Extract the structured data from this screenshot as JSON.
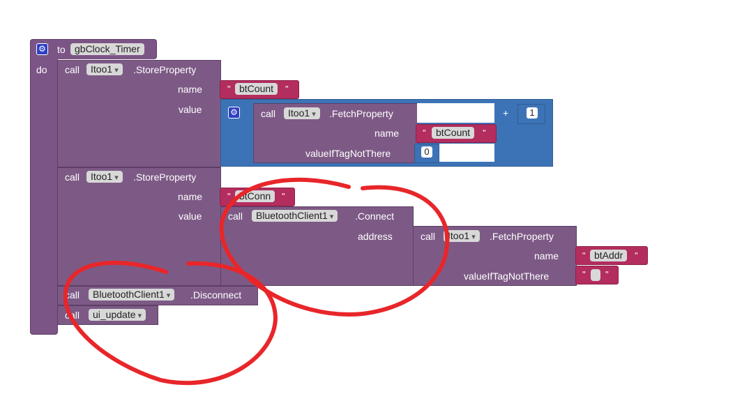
{
  "event": {
    "to_label": "to",
    "proc_name": "gbClock_Timer",
    "do_label": "do"
  },
  "call_label": "call",
  "store1": {
    "component": "Itoo1",
    "method": ".StoreProperty",
    "name_label": "name",
    "value_label": "value",
    "name_value": "btCount"
  },
  "math": {
    "operator": "+",
    "number": "1"
  },
  "fetch1": {
    "component": "Itoo1",
    "method": ".FetchProperty",
    "name_label": "name",
    "name_value": "btCount",
    "default_label": "valueIfTagNotThere",
    "default_value": "0"
  },
  "store2": {
    "component": "Itoo1",
    "method": ".StoreProperty",
    "name_label": "name",
    "value_label": "value",
    "name_value": "btConn"
  },
  "connect": {
    "component": "BluetoothClient1",
    "method": ".Connect",
    "address_label": "address"
  },
  "fetch2": {
    "component": "Itoo1",
    "method": ".FetchProperty",
    "name_label": "name",
    "name_value": "btAddr",
    "default_label": "valueIfTagNotThere"
  },
  "disconnect": {
    "component": "BluetoothClient1",
    "method": ".Disconnect"
  },
  "ui_update": {
    "proc_name": "ui_update"
  },
  "quote": "\"",
  "colors": {
    "procedure": "#7b5585",
    "component_call": "#7d5a86",
    "math": "#3c73b6",
    "text": "#b32d5e",
    "annotation": "#e8262a"
  }
}
